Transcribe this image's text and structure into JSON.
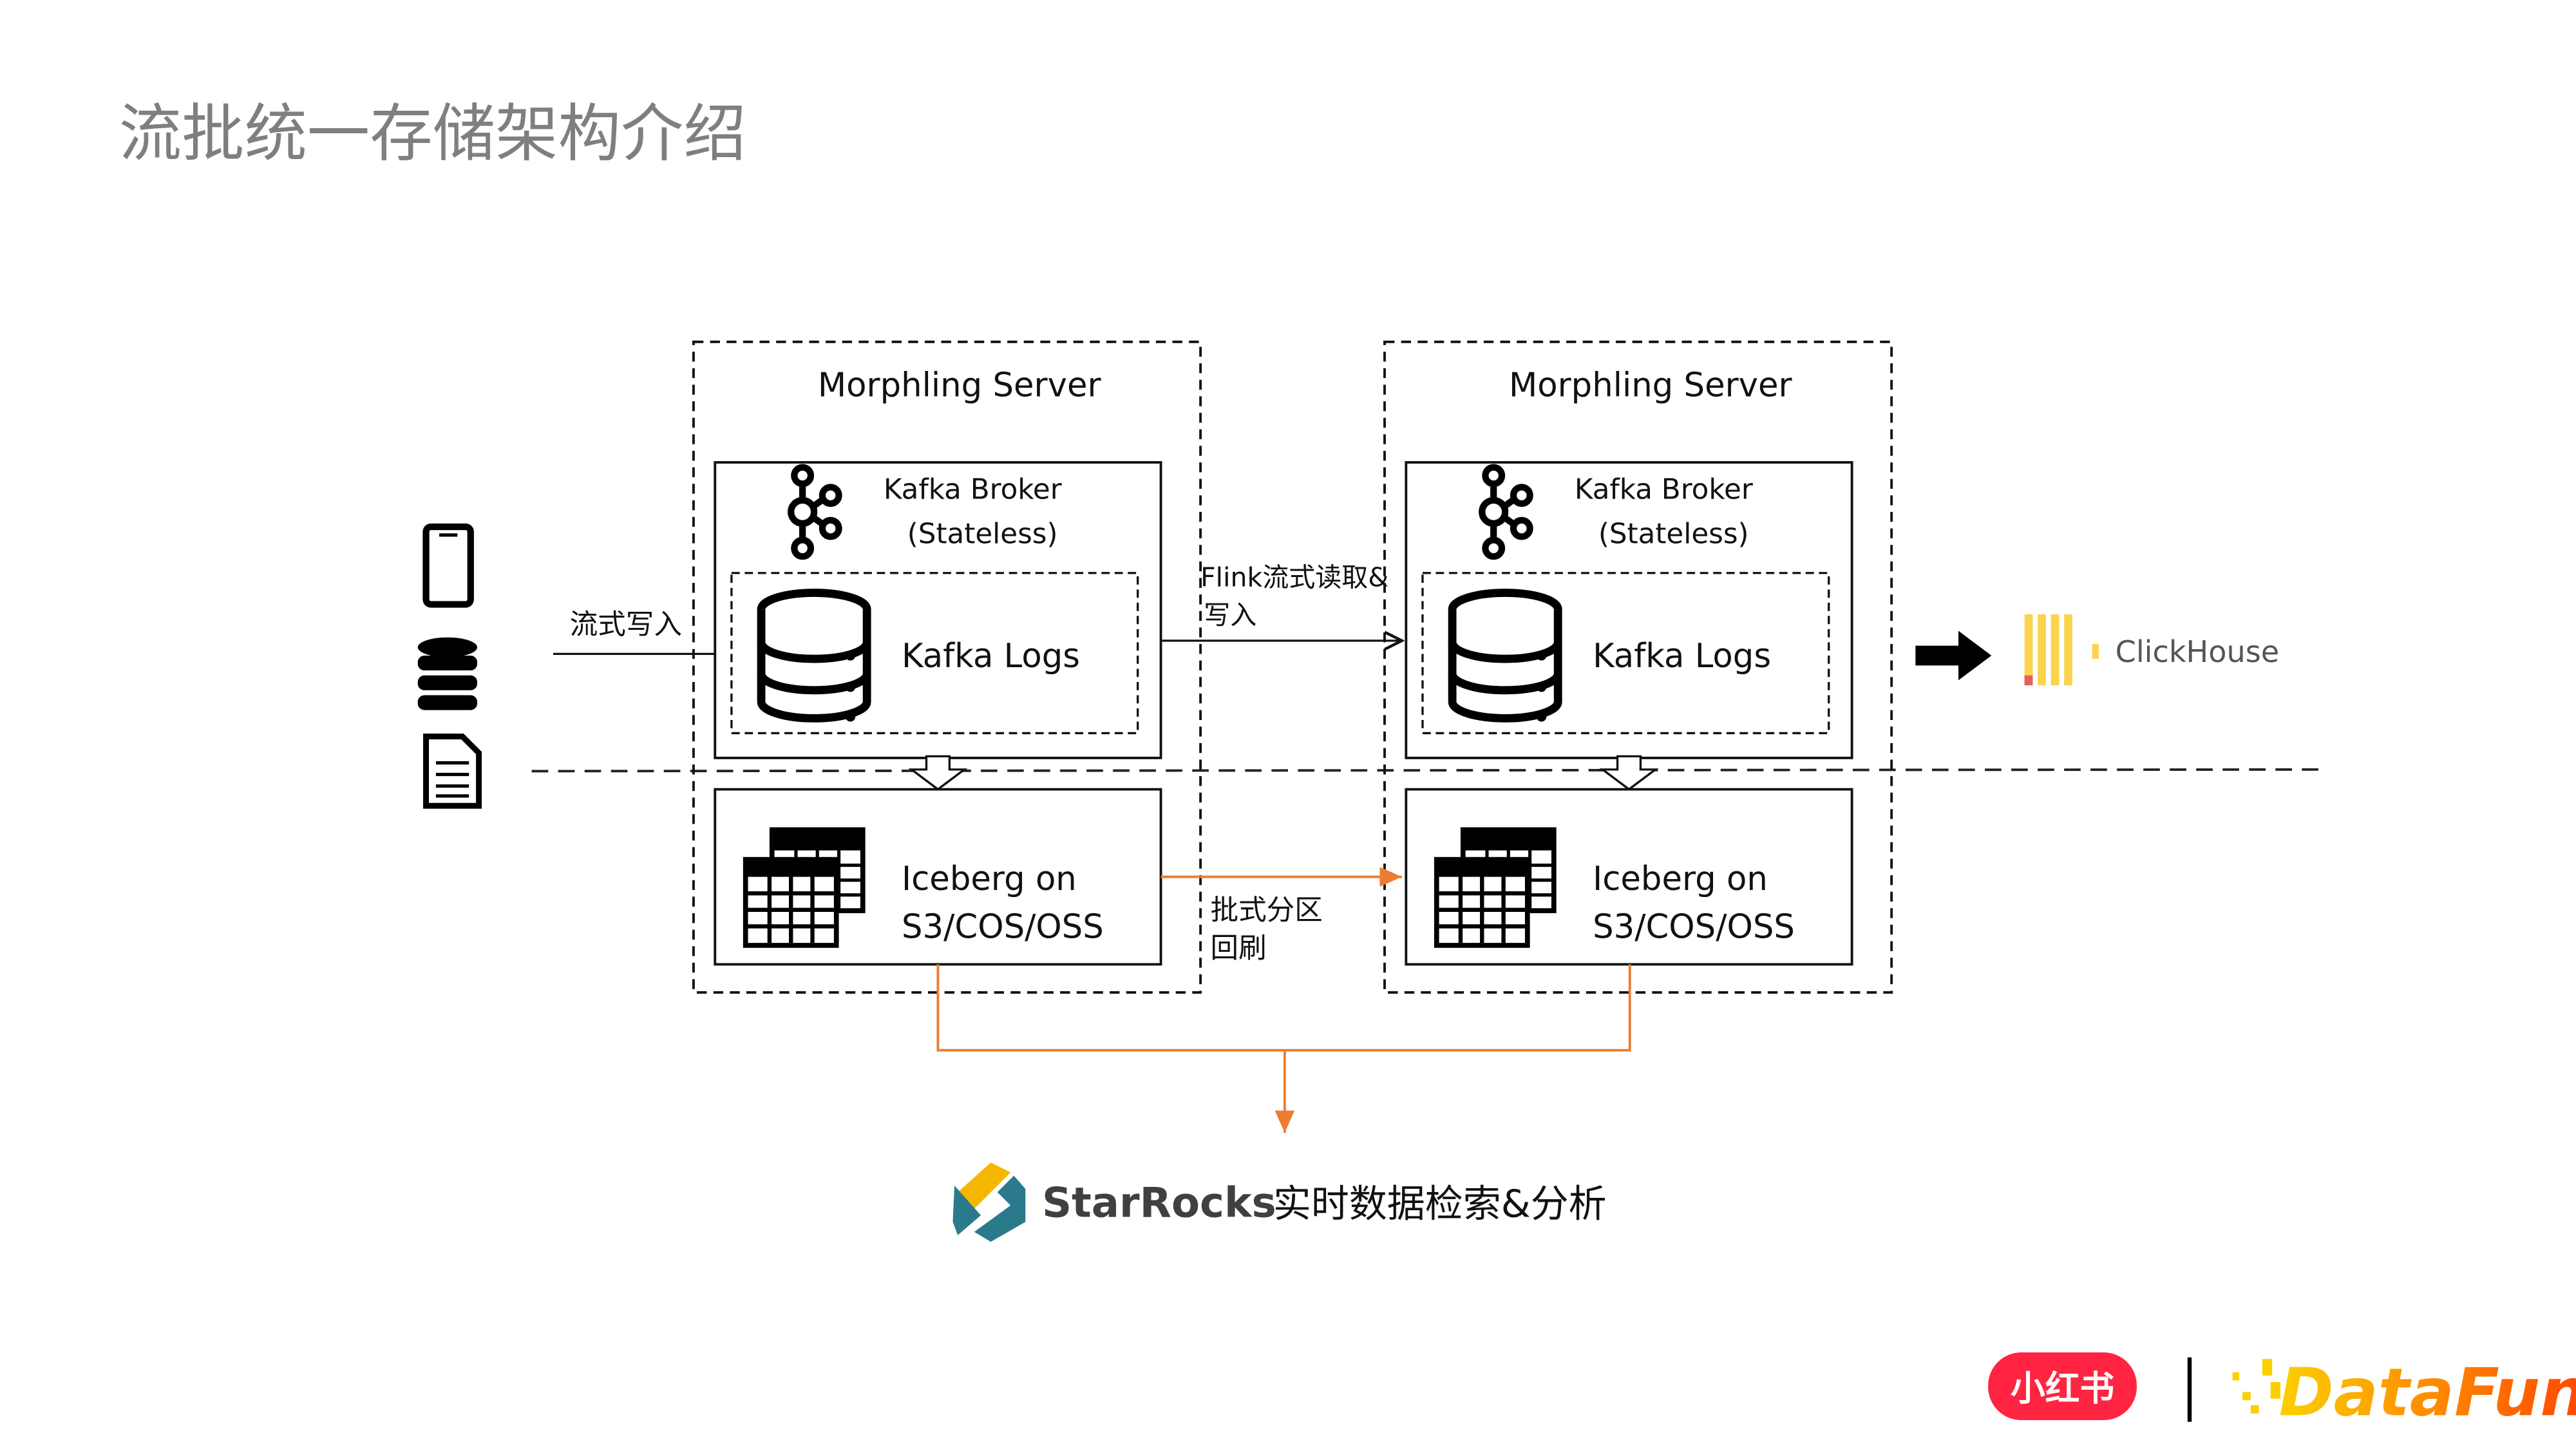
{
  "title": "流批统一存储架构介绍",
  "sources": {
    "write_label": "流式写入"
  },
  "servers": [
    {
      "title": "Morphling Server",
      "broker_line1": "Kafka Broker",
      "broker_line2": "(Stateless)",
      "logs": "Kafka Logs",
      "iceberg_line1": "Iceberg  on",
      "iceberg_line2": "S3/COS/OSS"
    },
    {
      "title": "Morphling Server",
      "broker_line1": "Kafka Broker",
      "broker_line2": "(Stateless)",
      "logs": "Kafka Logs",
      "iceberg_line1": "Iceberg  on",
      "iceberg_line2": "S3/COS/OSS"
    }
  ],
  "flink": {
    "line1": "Flink流式读取&",
    "line2": "写入"
  },
  "batch": {
    "line1": "批式分区",
    "line2": "回刷"
  },
  "clickhouse": {
    "label": "ClickHouse"
  },
  "starrocks": {
    "brand": "StarRocks",
    "desc": "实时数据检索&分析"
  },
  "footer": {
    "xhs": "小红书",
    "datafun": "DataFun."
  },
  "colors": {
    "orange": "#ed7d31",
    "title": "#7f7f7f",
    "xhs_red": "#ff2442",
    "clickhouse_yellow": "#fcd34d",
    "starrocks_teal": "#2b7a8c",
    "starrocks_yellow": "#f5b700"
  }
}
